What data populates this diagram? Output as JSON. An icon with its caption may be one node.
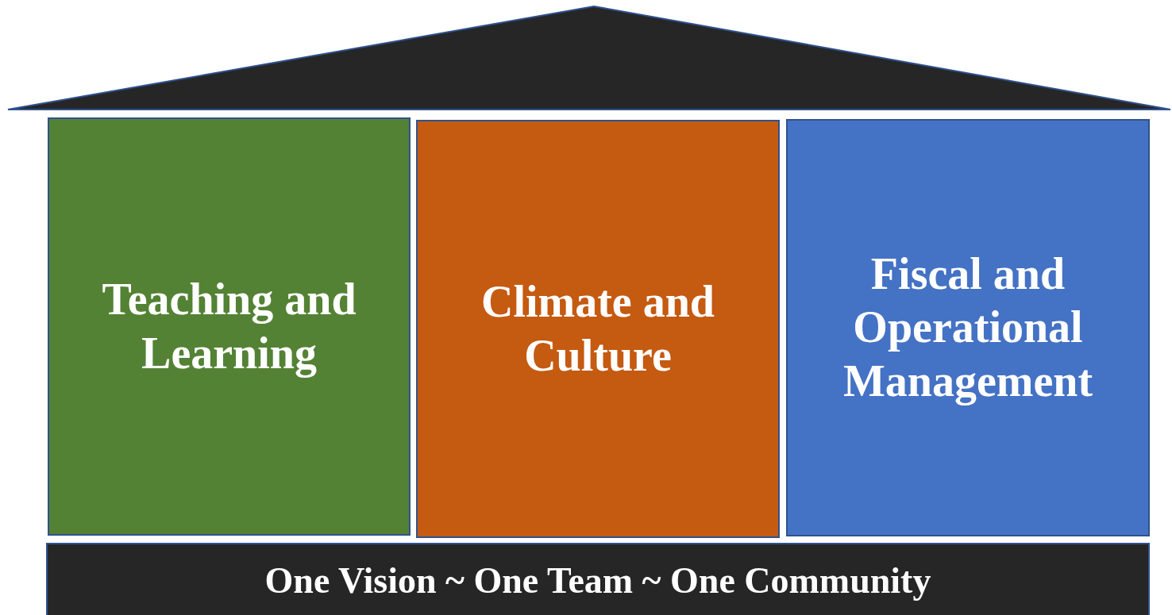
{
  "diagram": {
    "nodes": [
      {
        "text": [
          "Teaching and Learning"
        ]
      },
      {
        "text": [
          "Climate and Culture"
        ]
      },
      {
        "text": [
          "Fiscal and Operational Management"
        ]
      },
      {
        "text": [
          "One Vision ~ One Team ~ One Community"
        ]
      }
    ]
  }
}
